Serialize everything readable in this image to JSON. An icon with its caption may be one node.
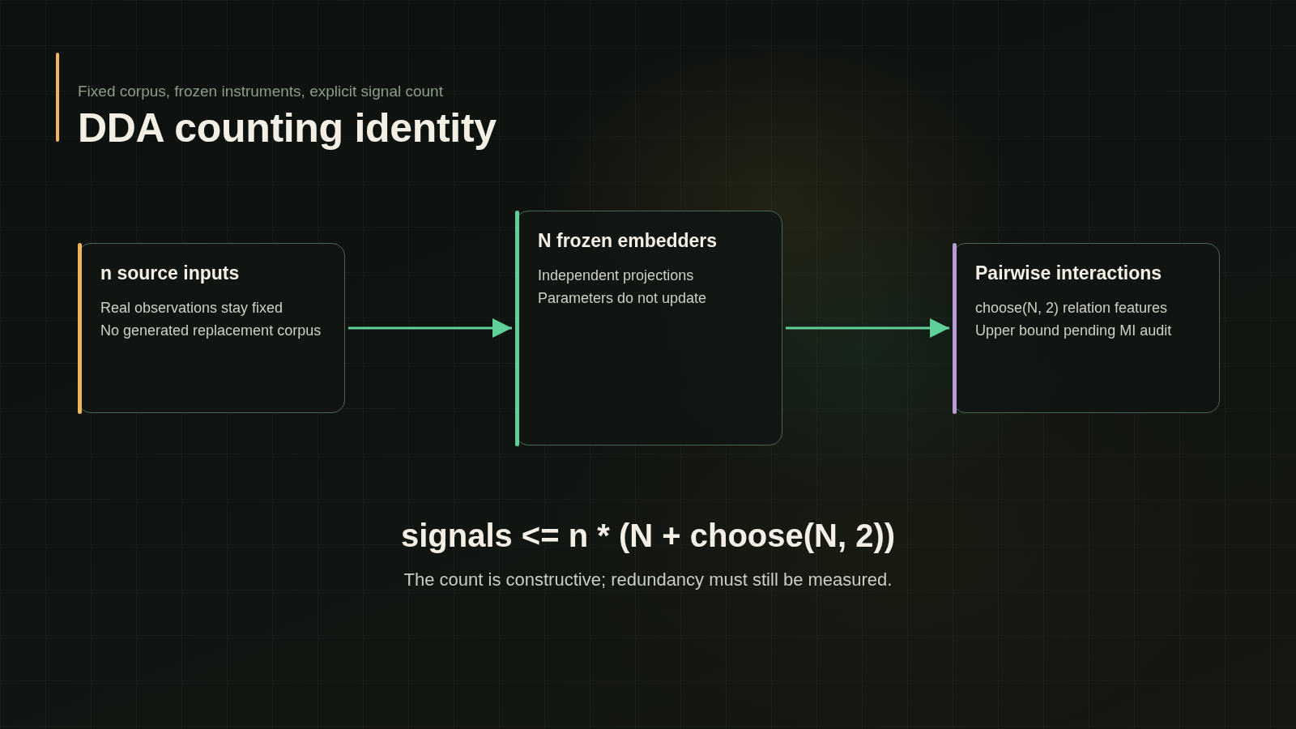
{
  "diagram": {
    "title": "DDA counting identity",
    "caption": "The count is constructive; redundancy must still be measured.",
    "nodes": [
      {
        "text": [
          "n source inputs",
          "Real observations stay fixed",
          "No generated replacement corpus"
        ]
      },
      {
        "text": [
          "N frozen embedders",
          "Independent projections",
          "Parameters do not update"
        ]
      },
      {
        "text": [
          "Pairwise interactions",
          "choose(N, 2) relation features",
          "Upper bound pending MI audit"
        ]
      }
    ],
    "edges": [
      {
        "from": 0,
        "to": 1,
        "arrow": "to"
      },
      {
        "from": 1,
        "to": 2,
        "arrow": "to"
      }
    ],
    "labels": [
      "Fixed corpus, frozen instruments, explicit signal count",
      "signals <= n * (N + choose(N, 2))"
    ]
  }
}
